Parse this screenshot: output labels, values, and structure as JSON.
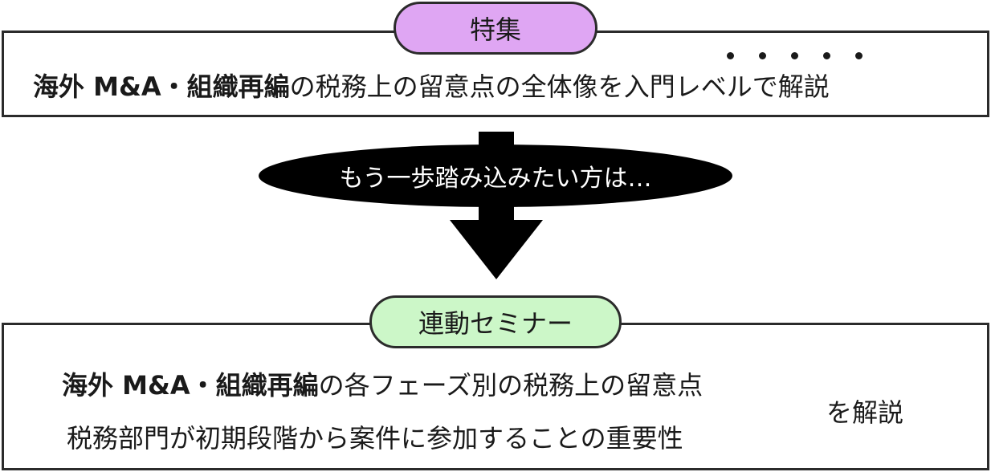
{
  "top": {
    "label": "特集",
    "label_color": "#dfa6f3",
    "bold_text": "海外 M&A・組織再編",
    "normal_text": "の税務上の留意点の全体像を",
    "emphasis_text": "入門レベル",
    "tail_text": "で解説"
  },
  "connector": {
    "text": "もう一歩踏み込みたい方は…"
  },
  "bottom": {
    "label": "連動セミナー",
    "label_color": "#ccf7c8",
    "line1_bold": "海外 M&A・組織再編",
    "line1_normal": "の各フェーズ別の税務上の留意点",
    "line2": "税務部門が初期段階から案件に参加することの重要性",
    "side_text": "を解説"
  }
}
